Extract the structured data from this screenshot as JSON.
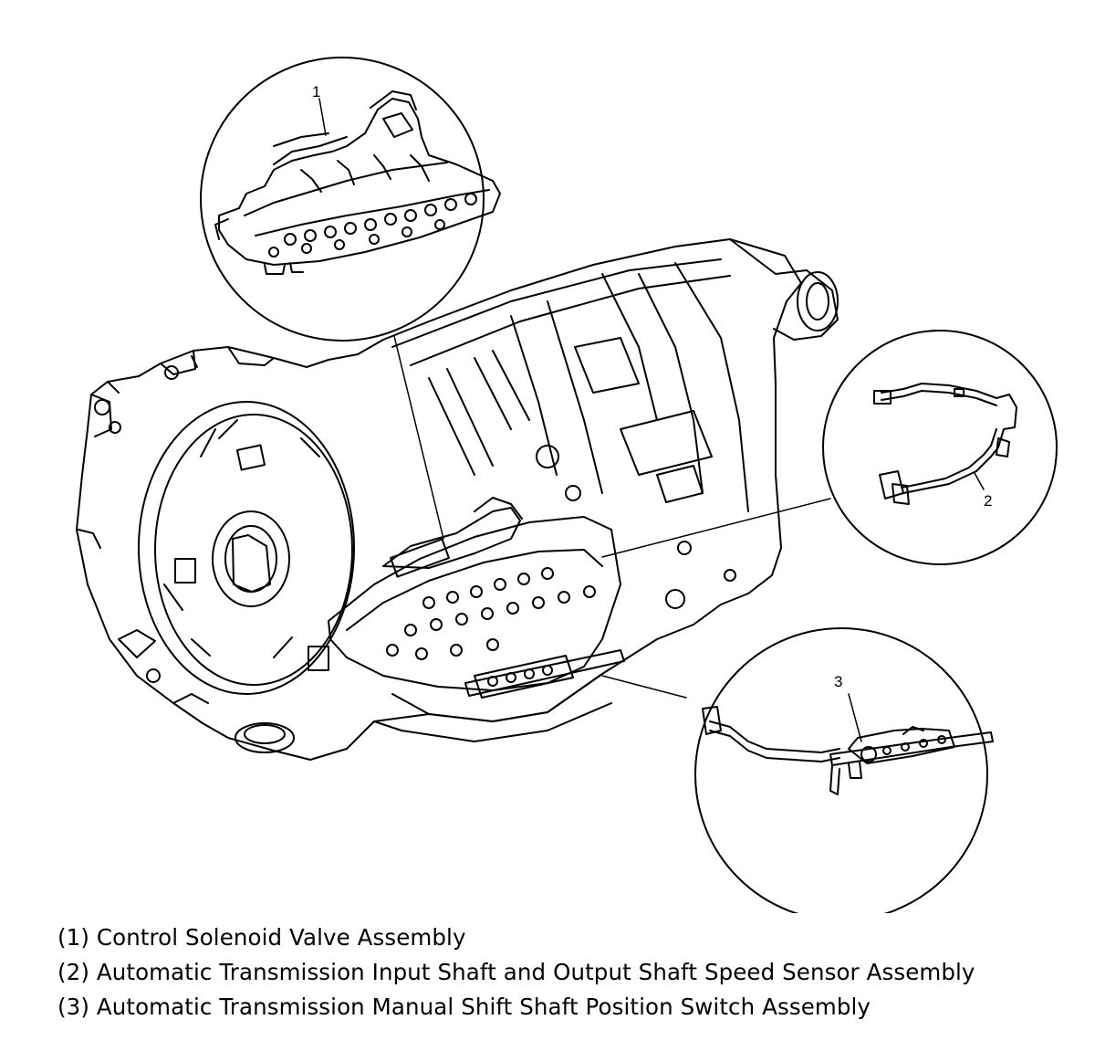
{
  "callouts": [
    "1",
    "2",
    "3"
  ],
  "legend": [
    "(1) Control Solenoid Valve Assembly",
    "(2) Automatic Transmission Input Shaft and Output Shaft Speed Sensor Assembly",
    "(3) Automatic Transmission Manual Shift Shaft Position Switch Assembly"
  ]
}
